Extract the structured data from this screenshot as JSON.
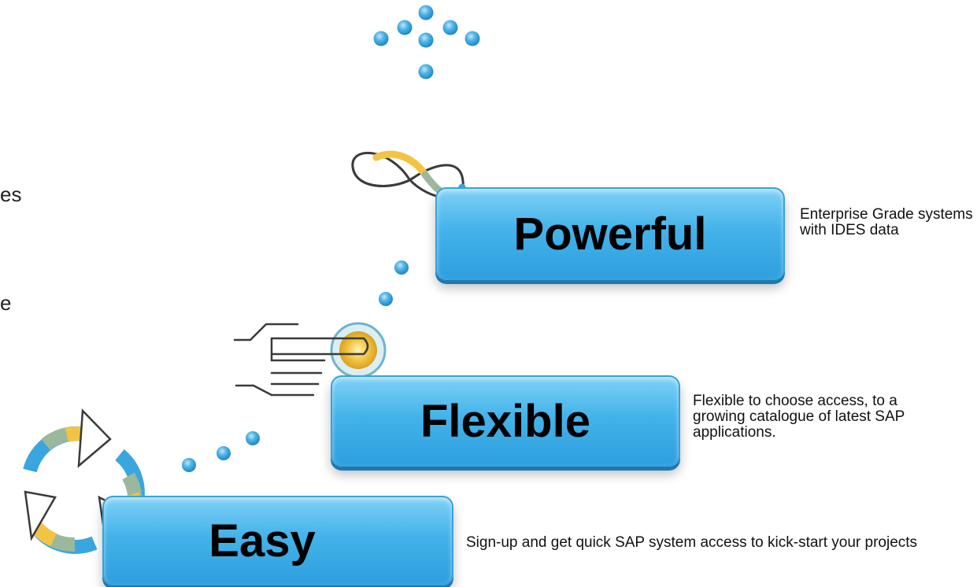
{
  "fragments": {
    "line1": "es",
    "line2": "e"
  },
  "steps": [
    {
      "id": "powerful",
      "label": "Powerful",
      "description": "Enterprise Grade systems with IDES data"
    },
    {
      "id": "flexible",
      "label": "Flexible",
      "description": "Flexible to choose access, to a growing catalogue of latest SAP applications."
    },
    {
      "id": "easy",
      "label": "Easy",
      "description": "Sign-up and get quick SAP system access to kick-start your projects"
    }
  ],
  "colors": {
    "step_blue": "#44b3ea",
    "dot_blue": "#3aa6df",
    "accent_yellow": "#f3c443",
    "accent_sage": "#9cb89c",
    "accent_teal": "#6fb4c8"
  },
  "icons": [
    "dots-arrow-icon",
    "infinity-icon",
    "pointing-hand-icon",
    "cycle-arrows-icon"
  ]
}
